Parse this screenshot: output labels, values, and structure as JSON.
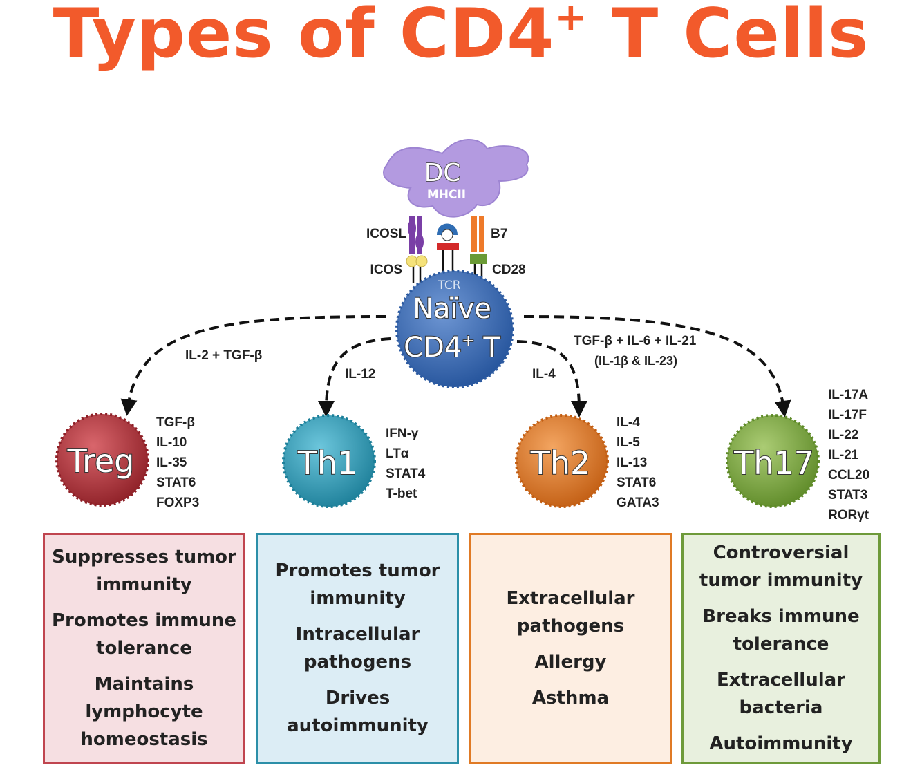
{
  "title": {
    "main": "Types of CD4",
    "sup": "+",
    "tail": " T Cells"
  },
  "dc": {
    "label": "DC",
    "sublabel": "MHCII"
  },
  "receptors": {
    "icosl": "ICOSL",
    "icos": "ICOS",
    "b7": "B7",
    "cd28": "CD28",
    "tcr": "TCR"
  },
  "naive": {
    "line1": "Naïve",
    "line2": "CD4",
    "line2_sup": "+",
    "line2_tail": " T"
  },
  "signals": {
    "treg": "IL-2 + TGF-β",
    "th1": "IL-12",
    "th2": "IL-4",
    "th17_line1": "TGF-β + IL-6 + IL-21",
    "th17_line2": "(IL-1β & IL-23)"
  },
  "cells": [
    {
      "name": "Treg",
      "color": "#b8343c",
      "markers": [
        "TGF-β",
        "IL-10",
        "IL-35",
        "STAT6",
        "FOXP3"
      ]
    },
    {
      "name": "Th1",
      "color": "#2fa3bf",
      "markers": [
        "IFN-γ",
        "LTα",
        "STAT4",
        "T-bet"
      ]
    },
    {
      "name": "Th2",
      "color": "#e07a25",
      "markers": [
        "IL-4",
        "IL-5",
        "IL-13",
        "STAT6",
        "GATA3"
      ]
    },
    {
      "name": "Th17",
      "color": "#7ea83f",
      "markers": [
        "IL-17A",
        "IL-17F",
        "IL-22",
        "IL-21",
        "CCL20",
        "STAT3",
        "RORγt"
      ]
    }
  ],
  "boxes": [
    {
      "border": "#c0454f",
      "fill": "#f6dfe2",
      "items": [
        "Suppresses tumor immunity",
        "Promotes immune tolerance",
        "Maintains lymphocyte homeostasis"
      ]
    },
    {
      "border": "#2c8fa8",
      "fill": "#dcedf5",
      "items": [
        "Promotes tumor immunity",
        "Intracellular pathogens",
        "Drives autoimmunity"
      ]
    },
    {
      "border": "#e07a25",
      "fill": "#fdeee2",
      "items": [
        "Extracellular pathogens",
        "Allergy",
        "Asthma"
      ]
    },
    {
      "border": "#6e9a3a",
      "fill": "#e8f0de",
      "items": [
        "Controversial tumor immunity",
        "Breaks immune tolerance",
        "Extracellular bacteria",
        "Autoimmunity"
      ]
    }
  ]
}
